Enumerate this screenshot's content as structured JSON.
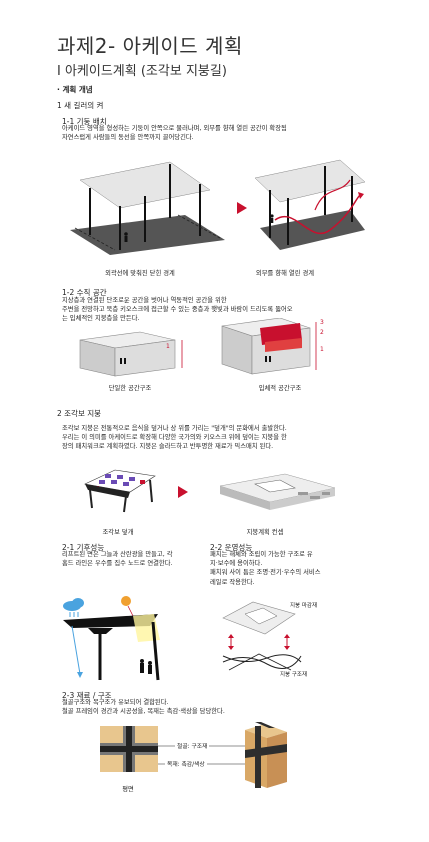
{
  "title": "과제2- 아케이드 계획",
  "subtitle": "I 아케이드계획 (조각보 지붕길)",
  "plan_heading": "· 계획 개념",
  "s1": {
    "heading": "1 새 길러의 켜",
    "s11_heading": "1-1 기둥 배치",
    "s11_text": [
      "아케이드 영역을 형성하는 기둥이 안쪽으로 물러나며, 외부를 향해 열린 공간이 확장됨",
      "자연스럽게 사람들의 동선을 안쪽까지 끌어당긴다."
    ],
    "s11_cap_left": "외곽선에 맞춰진 닫힌 경계",
    "s11_cap_right": "외부를 향해 열린 경계",
    "s12_heading": "1-2 수직 공간",
    "s12_text": [
      "지상층과 연결된 단조로운 공간을 벗어나 역동적인 공간을 위한",
      "주변을 전망하고 북층 키오스크에 접근할 수 있는 중층과 햇빛과 바람이 드리도록 뚫어오",
      "는 입체적인 지붕층을 만든다."
    ],
    "s12_cap_left": "단일한 공간구조",
    "s12_cap_right": "입체적 공간구조",
    "s12_labels": [
      "3",
      "2",
      "1"
    ]
  },
  "s2": {
    "heading": "2 조각보 지붕",
    "text": [
      "조각보 지붕은 전통적으로 음식을 덮거나 상 위를 가리는 \"덮개\"의 문화에서 출발한다.",
      "우리는 이 의미를 아케이드로 확장해 다양한 국가의와 키오스크 위에 덮이는 지붕을 한",
      "장의 패치워크로 계획하였다. 지붕은 슬라드하고 반투명한 재료가 믹스매치 된다."
    ],
    "cap_left": "조각보 덮개",
    "cap_right": "지붕계획 컨셉",
    "s21_heading": "2-1 기후성능",
    "s21_text": [
      "리프트된 면은 그늘과 산란광을 만들고, 각",
      "홈드 라인은 우수를 집수 노드로 연결한다."
    ],
    "s22_heading": "2-2 운영성능",
    "s22_text": [
      "패치는 해체와 조립이 가능한 구조로 유",
      "지·보수에 용이하다.",
      "패치워 사이 틈은 조명·전기·우수의 서비스",
      "레일로 작용한다."
    ],
    "roof_label_top": "지붕 마감재",
    "roof_label_bottom": "지붕 구조재",
    "s23_heading": "2-3 재료 / 구조",
    "s23_text": [
      "철골구조와 목구조가 유보되어 결합된다.",
      "철골 프레임이 경간과 시공성을, 목재는 촉감·색상을 담당한다."
    ],
    "label_steel": "철골: 구조재",
    "label_wood": "목재: 촉감/색상",
    "plan_label": "평면"
  },
  "colors": {
    "accent": "#c8102e",
    "wood": "#d9b27c",
    "steel": "#3a3a3a",
    "blue": "#4aa3df",
    "sun": "#f0a030"
  }
}
